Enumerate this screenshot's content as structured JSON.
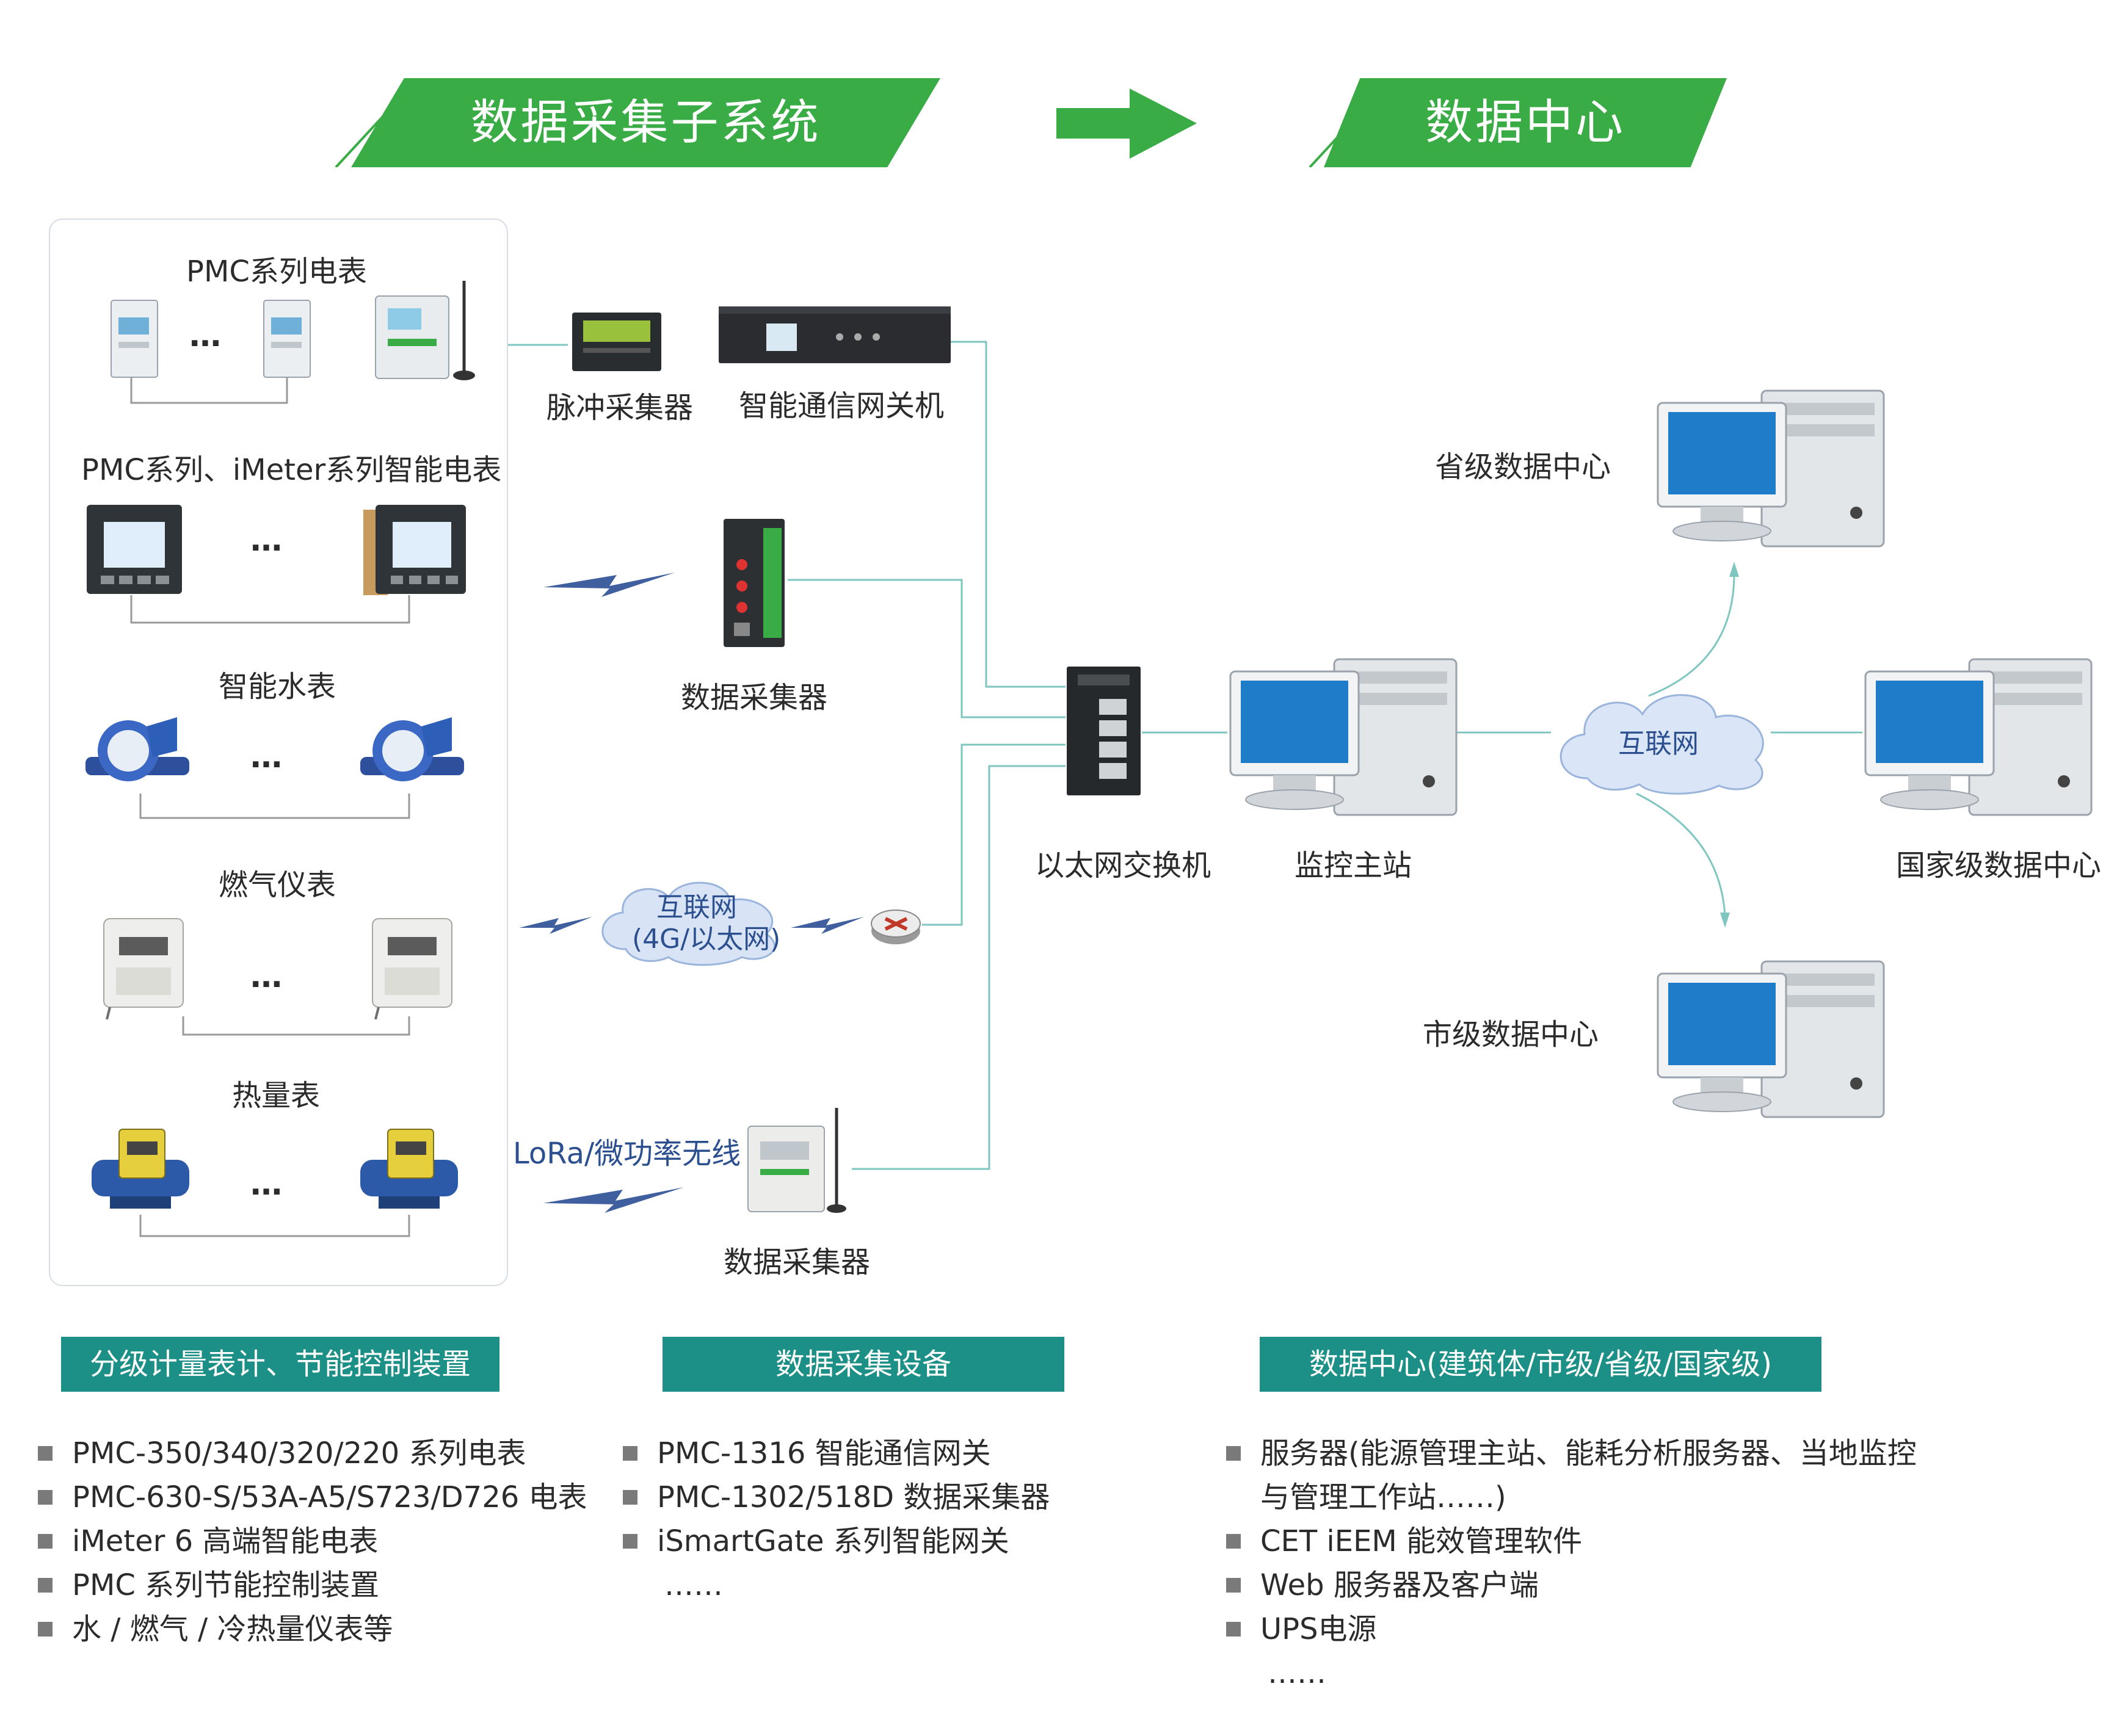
{
  "header": {
    "left_banner": "数据采集子系统",
    "right_banner": "数据中心"
  },
  "devices": {
    "pmc_meters": "PMC系列电表",
    "pmc_imeter": "PMC系列、iMeter系列智能电表",
    "water": "智能水表",
    "gas": "燃气仪表",
    "heat": "热量表",
    "ellipsis": "…"
  },
  "collectors": {
    "pulse": "脉冲采集器",
    "gateway": "智能通信网关机",
    "collector1": "数据采集器",
    "internet_cloud_line1": "互联网",
    "internet_cloud_line2": "(4G/以太网)",
    "lora": "LoRa/微功率无线",
    "collector2": "数据采集器"
  },
  "network": {
    "switch": "以太网交换机",
    "master": "监控主站",
    "internet": "互联网",
    "provincial": "省级数据中心",
    "national": "国家级数据中心",
    "municipal": "市级数据中心"
  },
  "sections": {
    "metering": {
      "title": "分级计量表计、节能控制装置",
      "items": [
        "PMC-350/340/320/220 系列电表",
        "PMC-630-S/53A-A5/S723/D726 电表",
        "iMeter 6 高端智能电表",
        "PMC 系列节能控制装置",
        "水 / 燃气 / 冷热量仪表等"
      ]
    },
    "acquisition": {
      "title": "数据采集设备",
      "items": [
        "PMC-1316 智能通信网关",
        "PMC-1302/518D 数据采集器",
        "iSmartGate 系列智能网关"
      ],
      "more": "……"
    },
    "datacenter": {
      "title": "数据中心(建筑体/市级/省级/国家级)",
      "items": [
        "服务器(能源管理主站、能耗分析服务器、当地监控",
        "与管理工作站……)",
        "CET iEEM 能效管理软件",
        "Web 服务器及客户端",
        "UPS电源"
      ],
      "more": "……"
    }
  },
  "colors": {
    "banner_green": "#3aac45",
    "teal": "#1c8f86",
    "line_teal": "#7fc6c0",
    "wireless_blue": "#3f5f9f"
  }
}
